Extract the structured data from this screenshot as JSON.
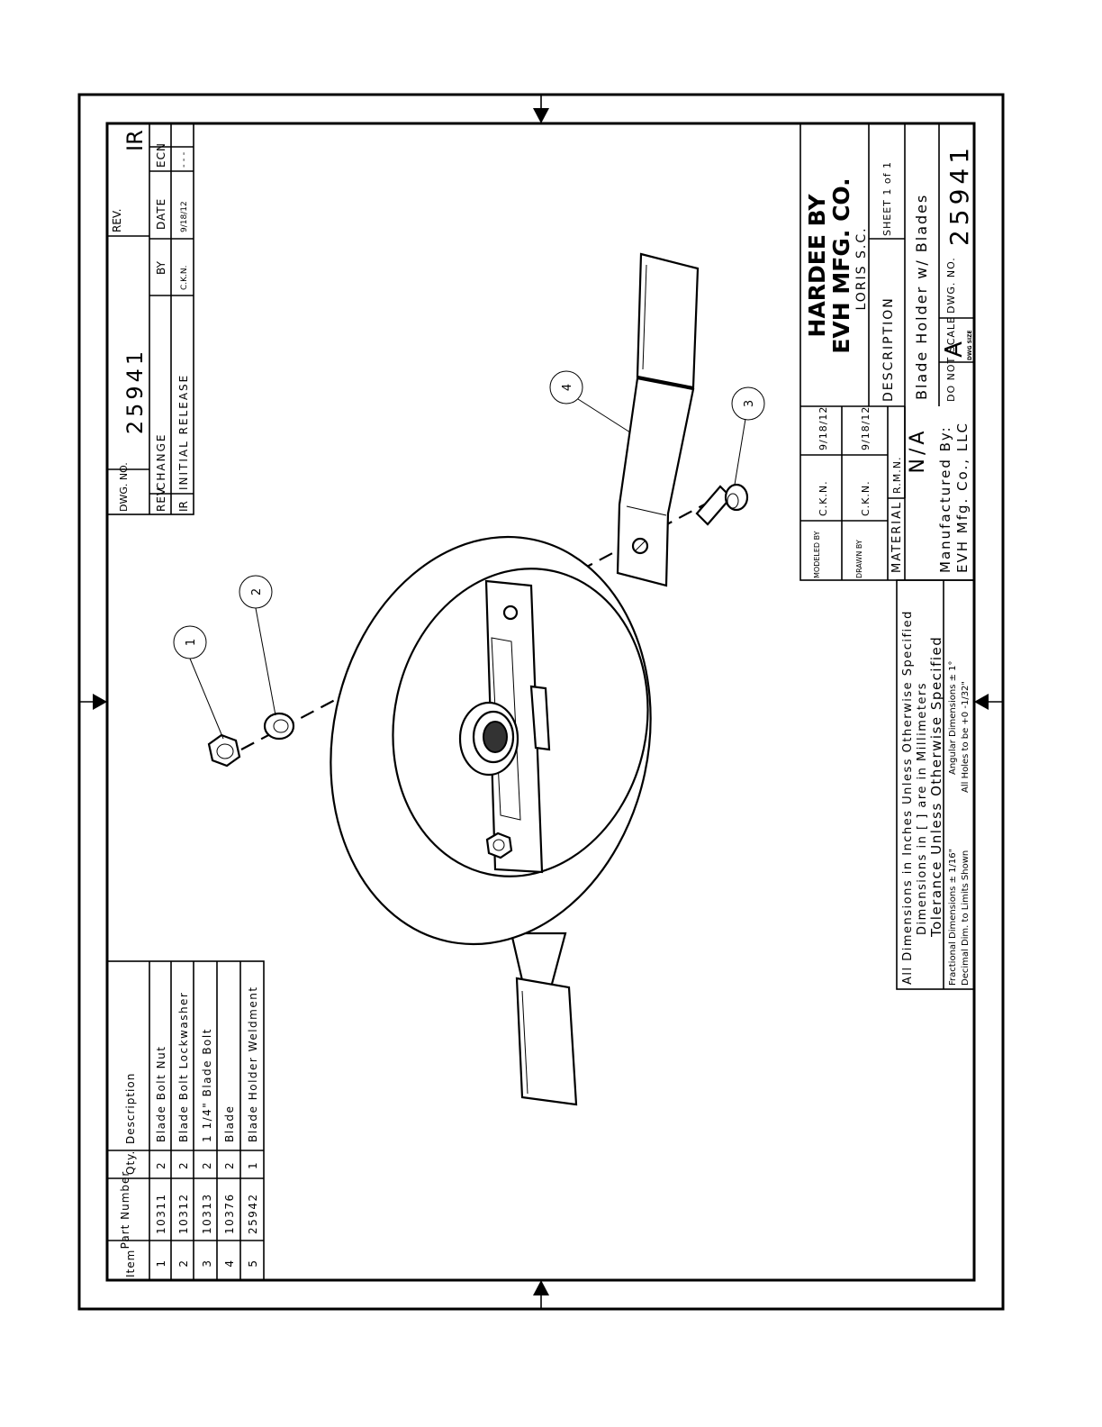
{
  "title_block": {
    "company_line1": "HARDEE BY",
    "company_line2": "EVH MFG. CO.",
    "location": "LORIS S.C.",
    "description_label": "DESCRIPTION",
    "description": "Blade Holder w/ Blades",
    "sheet": "SHEET 1 of 1",
    "do_not_scale": "DO NOT SCALE",
    "dwg_size_label": "DWG SIZE",
    "dwg_size": "A",
    "dwg_no_label": "DWG. NO.",
    "dwg_no": "25941",
    "modeled_by_label": "MODELED BY",
    "modeled_by": "C.K.N.",
    "modeled_date": "9/18/12",
    "drawn_by_label": "DRAWN BY",
    "drawn_by": "C.K.N.",
    "drawn_date": "9/18/12",
    "material_label": "MATERIAL",
    "material": "N/A",
    "rmn": "R.M.N.",
    "manufactured_by_label": "Manufactured By:",
    "manufacturer": "EVH Mfg. Co., LLC"
  },
  "notes": {
    "line1": "All Dimensions in Inches Unless Otherwise Specified",
    "line2": "Dimensions in [ ] are in Millimeters",
    "line3": "Tolerance Unless Otherwise Specified",
    "fractional": "Fractional Dimensions ± 1/16\"",
    "angular": "Angular Dimensions ± 1°",
    "decimal": "Decimal Dim. to Limits Shown",
    "holes": "All Holes to be +0 -1/32\""
  },
  "revision_block": {
    "dwg_no_label": "DWG. NO.",
    "dwg_no": "25941",
    "rev_label": "REV.",
    "rev": "IR",
    "headers": {
      "rev": "REV",
      "change": "CHANGE",
      "by": "BY",
      "date": "DATE",
      "ecn": "ECN"
    },
    "rows": [
      {
        "rev": "IR",
        "change": "INITIAL RELEASE",
        "by": "C.K.N.",
        "date": "9/18/12",
        "ecn": "- - -"
      }
    ]
  },
  "bom": {
    "headers": {
      "item": "Item",
      "part": "Part Number",
      "qty": "Qty.",
      "desc": "Description"
    },
    "rows": [
      {
        "item": "1",
        "part": "10311",
        "qty": "2",
        "desc": "Blade Bolt Nut"
      },
      {
        "item": "2",
        "part": "10312",
        "qty": "2",
        "desc": "Blade Bolt Lockwasher"
      },
      {
        "item": "3",
        "part": "10313",
        "qty": "2",
        "desc": "1 1/4\" Blade Bolt"
      },
      {
        "item": "4",
        "part": "10376",
        "qty": "2",
        "desc": "Blade"
      },
      {
        "item": "5",
        "part": "25942",
        "qty": "1",
        "desc": "Blade Holder Weldment"
      }
    ]
  },
  "balloons": [
    "1",
    "2",
    "3",
    "4"
  ]
}
